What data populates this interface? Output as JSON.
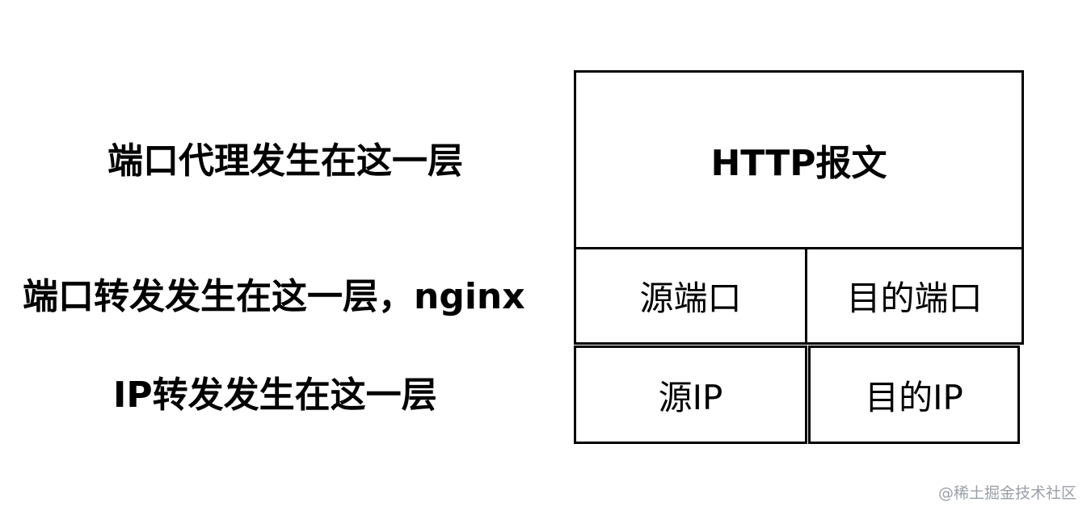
{
  "labels": {
    "app_layer": "端口代理发生在这一层",
    "transport_layer": "端口转发发生在这一层，nginx",
    "network_layer": "IP转发发生在这一层"
  },
  "packet": {
    "http": "HTTP报文",
    "src_port": "源端口",
    "dst_port": "目的端口",
    "src_ip": "源IP",
    "dst_ip": "目的IP"
  },
  "watermark": "@稀土掘金技术社区"
}
